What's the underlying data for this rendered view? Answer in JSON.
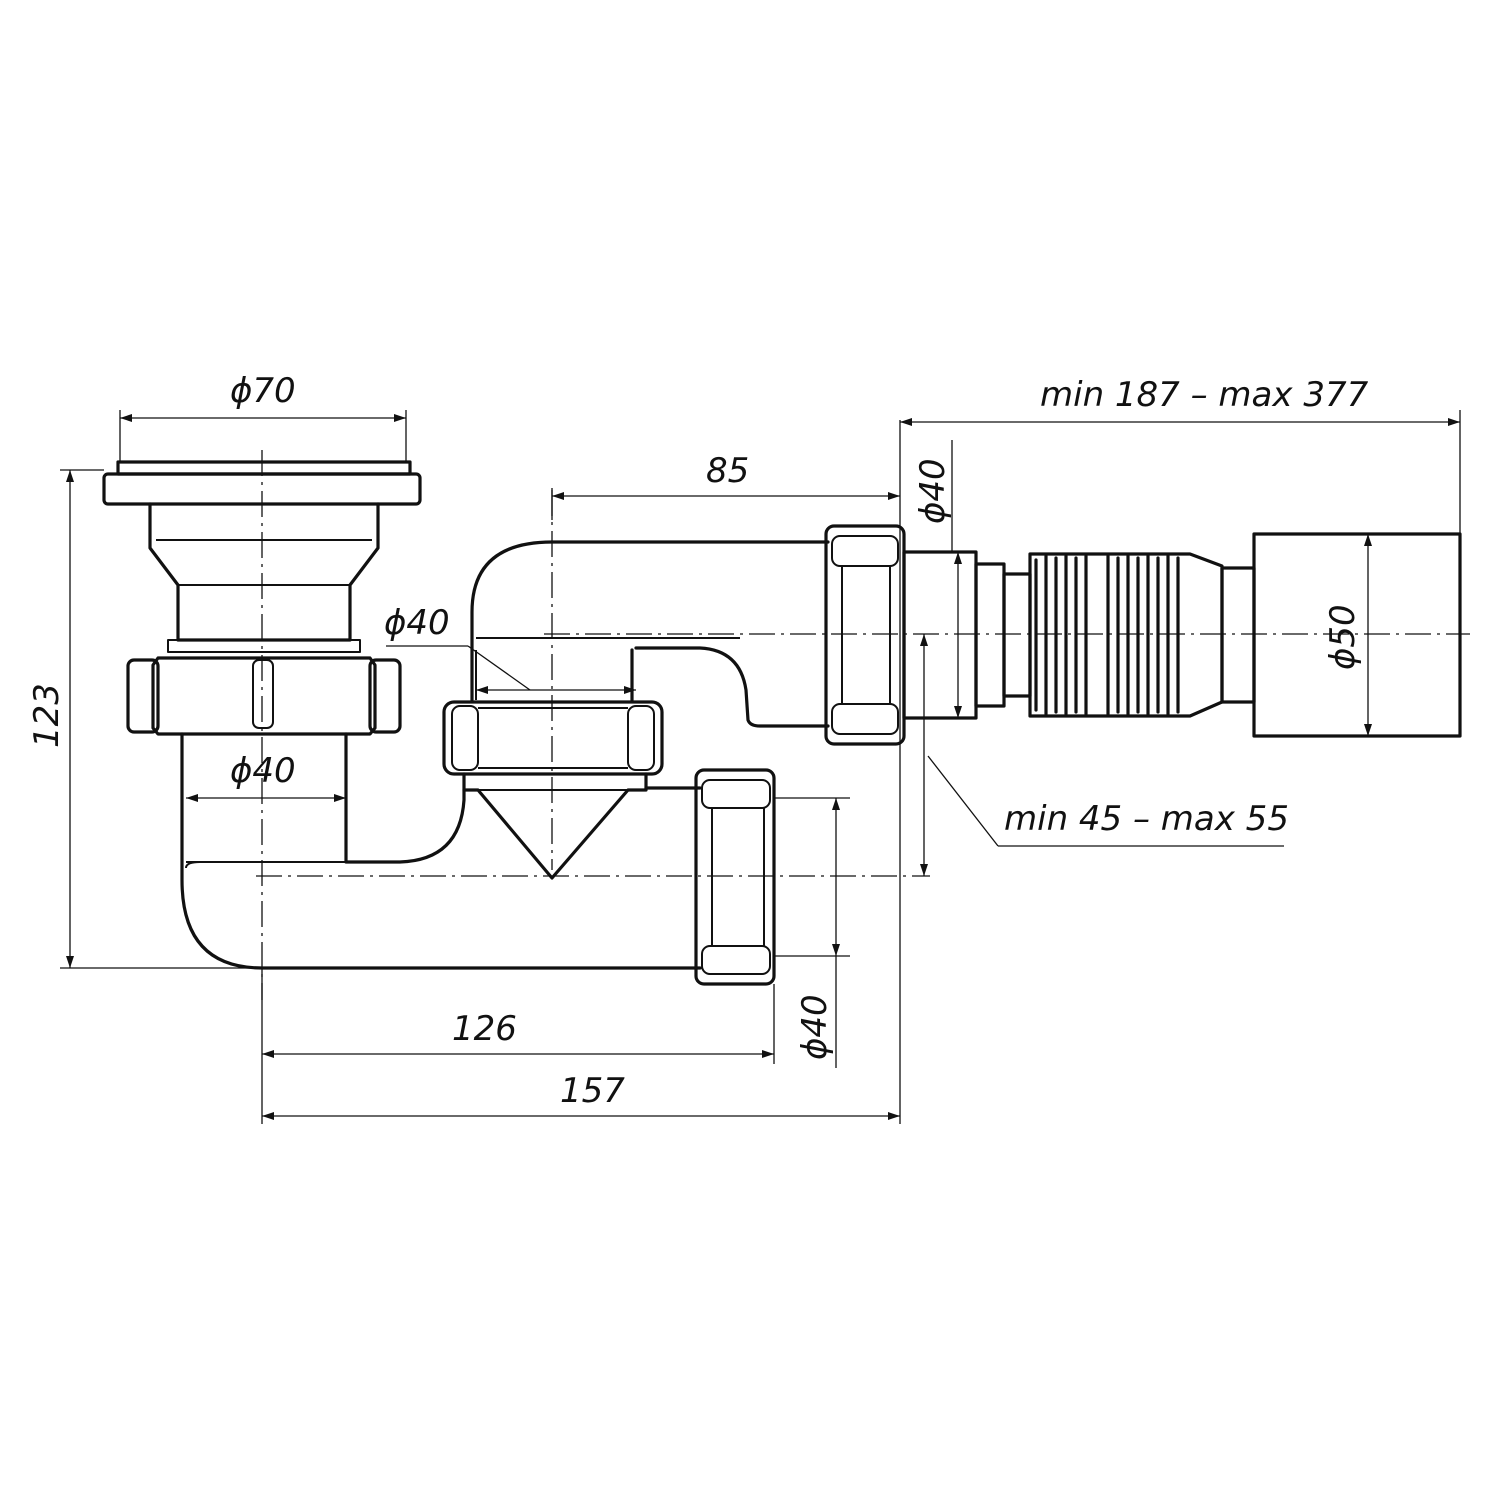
{
  "dimensions": {
    "drain_diameter": "ϕ70",
    "height": "123",
    "inlet_diameter": "ϕ40",
    "riser_diameter": "ϕ40",
    "trap_offset": "85",
    "outlet_diameter": "ϕ40",
    "hose_length": "min 187 – max 377",
    "hose_end_diameter": "ϕ50",
    "outlet_height": "min 45 – max 55",
    "side_outlet_diameter": "ϕ40",
    "side_outlet_length": "126",
    "overall_length": "157"
  },
  "colors": {
    "line": "#111111",
    "background": "#ffffff"
  }
}
